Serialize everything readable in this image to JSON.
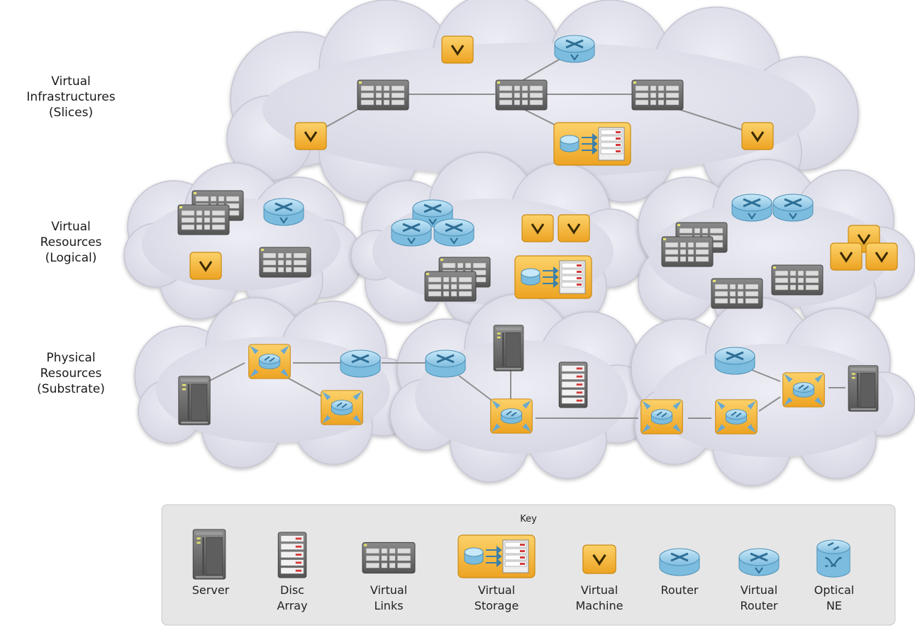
{
  "layers": [
    {
      "id": "virtual-infrastructures",
      "label": "Virtual\nInfrastructures\n(Slices)"
    },
    {
      "id": "virtual-resources",
      "label": "Virtual\nResources\n(Logical)"
    },
    {
      "id": "physical-resources",
      "label": "Physical\nResources\n(Substrate)"
    }
  ],
  "vm_letter": "V",
  "key": {
    "title": "Key",
    "items": [
      {
        "icon": "server-icon",
        "label": [
          "Server"
        ]
      },
      {
        "icon": "disc-array-icon",
        "label": [
          "Disc",
          "Array"
        ]
      },
      {
        "icon": "virtual-links-icon",
        "label": [
          "Virtual",
          "Links"
        ]
      },
      {
        "icon": "virtual-storage-icon",
        "label": [
          "Virtual",
          "Storage"
        ]
      },
      {
        "icon": "virtual-machine-icon",
        "label": [
          "Virtual",
          "Machine"
        ]
      },
      {
        "icon": "router-icon",
        "label": [
          "Router"
        ]
      },
      {
        "icon": "virtual-router-icon",
        "label": [
          "Virtual",
          "Router"
        ]
      },
      {
        "icon": "optical-ne-icon",
        "label": [
          "Optical",
          "NE"
        ]
      }
    ]
  },
  "colors": {
    "cloud_fill": "#e4e4ef",
    "cloud_stroke": "#c6c6d4",
    "vm_orange": "#f7b733",
    "router_blue": "#9fd2ee",
    "equipment_gray": "#6e6e6e",
    "link_gray": "#9a9a9a",
    "key_box": "#e6e6e6"
  }
}
